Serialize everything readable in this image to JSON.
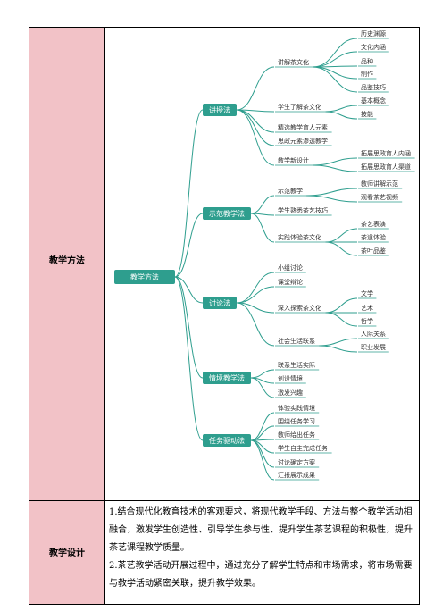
{
  "rows": [
    {
      "label": "教学方法"
    },
    {
      "label": "教学设计"
    }
  ],
  "mindmap": {
    "root": "教学方法",
    "branches": [
      {
        "label": "讲授法",
        "children": [
          {
            "label": "讲解茶文化",
            "children": [
              "历史渊源",
              "文化内涵",
              "品种",
              "制作",
              "品鉴技巧"
            ]
          },
          {
            "label": "学生了解茶文化",
            "children": [
              "基本概念",
              "技能"
            ]
          },
          {
            "label": "精选教学育人元素",
            "children": []
          },
          {
            "label": "思政元素渗透教学",
            "children": []
          },
          {
            "label": "教学新设计",
            "children": [
              "拓展思政育人内涵",
              "拓展思政育人渠道"
            ]
          }
        ]
      },
      {
        "label": "示范教学法",
        "children": [
          {
            "label": "示范教学",
            "children": [
              "教师讲解示范",
              "观看茶艺视频"
            ]
          },
          {
            "label": "学生熟悉茶艺技巧",
            "children": []
          },
          {
            "label": "实践体验茶文化",
            "children": [
              "茶艺表演",
              "茶道体验",
              "茶叶品鉴"
            ]
          }
        ]
      },
      {
        "label": "讨论法",
        "children": [
          {
            "label": "小组讨论",
            "children": []
          },
          {
            "label": "课堂辩论",
            "children": []
          },
          {
            "label": "深入探索茶文化",
            "children": [
              "文学",
              "艺术",
              "哲学"
            ]
          },
          {
            "label": "社会生活联系",
            "children": [
              "人际关系",
              "职业发展"
            ]
          }
        ]
      },
      {
        "label": "情境教学法",
        "children": [
          {
            "label": "联系生活实际",
            "children": []
          },
          {
            "label": "创设情境",
            "children": []
          },
          {
            "label": "激发兴趣",
            "children": []
          }
        ]
      },
      {
        "label": "任务驱动法",
        "children": [
          {
            "label": "体验实践情境",
            "children": []
          },
          {
            "label": "围绕任务学习",
            "children": []
          },
          {
            "label": "教师给出任务",
            "children": []
          },
          {
            "label": "学生自主完成任务",
            "children": []
          },
          {
            "label": "讨论确定方案",
            "children": []
          },
          {
            "label": "汇报展示成果",
            "children": []
          }
        ]
      }
    ]
  },
  "design": {
    "paragraphs": [
      "1.结合现代化教育技术的客观要求，将现代教学手段、方法与整个教学活动相融合，激发学生创造性、引导学生参与性、提升学生茶艺课程的积极性，提升茶艺课程教学质量。",
      "2.茶艺教学活动开展过程中，通过充分了解学生特点和市场需求，将市场需要与教学活动紧密关联，提升教学效果。"
    ]
  },
  "colors": {
    "label_bg": "#f2c2c7",
    "node": "#2e9e8e",
    "line": "#2e9e8e"
  }
}
